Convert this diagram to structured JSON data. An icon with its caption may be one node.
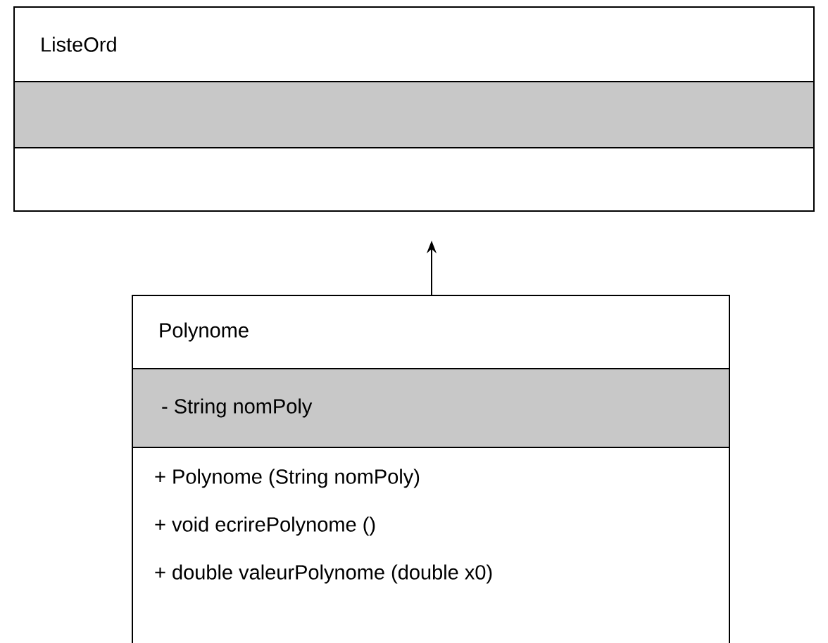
{
  "diagram": {
    "nodes": [
      {
        "text": [
          "ListeOrd"
        ]
      },
      {
        "text": [
          "Polynome",
          "- String nomPoly",
          "+ Polynome (String nomPoly)",
          "+ void ecrirePolynome ()",
          "+ double valeurPolynome (double x0)"
        ]
      }
    ],
    "edges": [
      {
        "from": 1,
        "to": 0,
        "arrow": "to"
      }
    ]
  }
}
